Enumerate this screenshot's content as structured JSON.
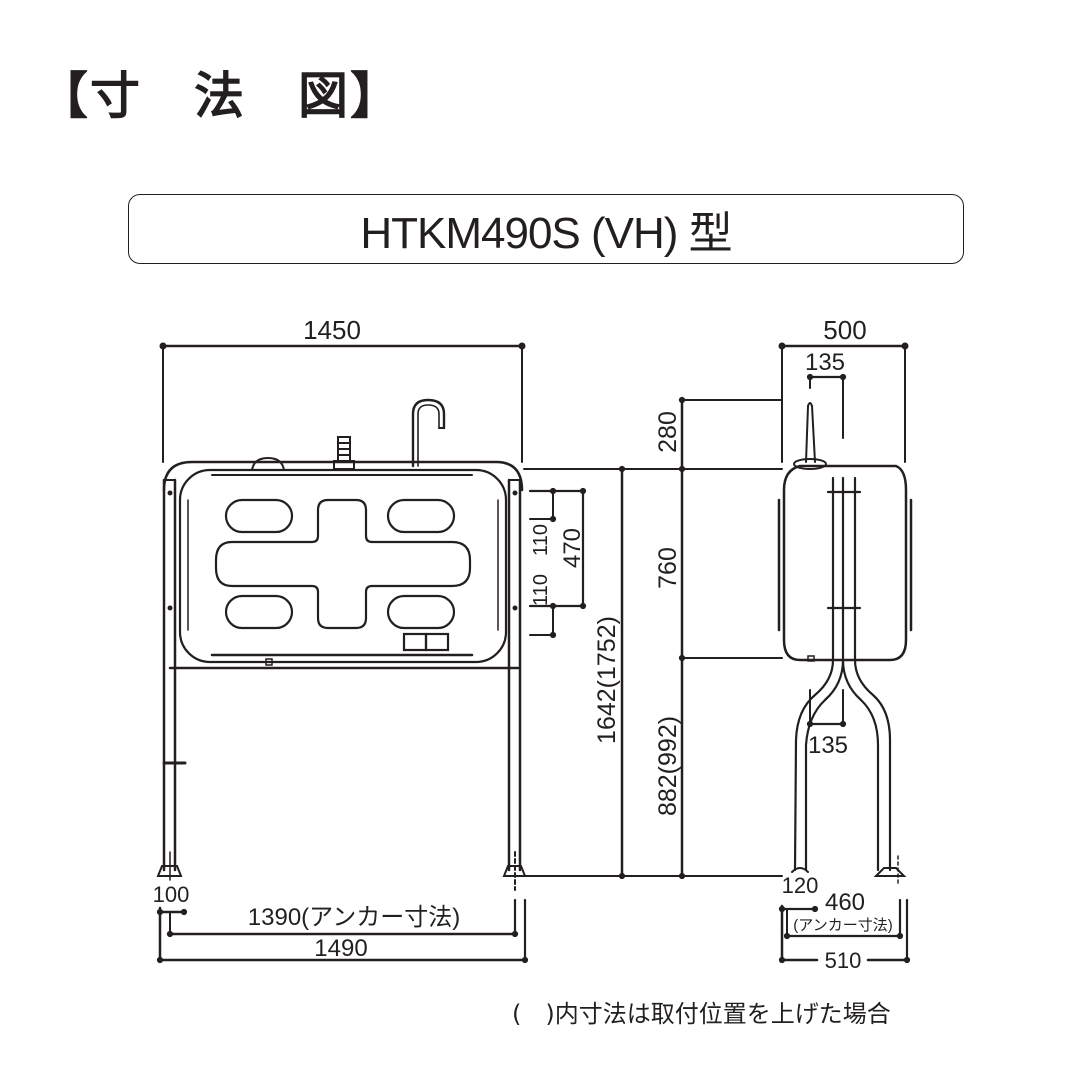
{
  "title": "【寸　法　図】",
  "model": "HTKM490S (VH) 型",
  "front_view": {
    "width_top": "1450",
    "anchor_span": "1390(アンカー寸法)",
    "base_width": "1490",
    "anchor_offset": "100",
    "rib_pitch_upper": "110",
    "rib_pitch_lower": "110",
    "rib_span": "470"
  },
  "height_dims": {
    "top_extension": "280",
    "tank_height": "760",
    "leg_height": "882(992)",
    "total_height": "1642(1752)"
  },
  "side_view": {
    "depth": "500",
    "pipe_offset_top": "135",
    "pipe_offset_bottom": "135",
    "anchor_offset": "120",
    "anchor_span": "460",
    "anchor_label": "(アンカー寸法)",
    "base_depth": "510"
  },
  "footnote": "(　)内寸法は取付位置を上げた場合",
  "colors": {
    "ink": "#231f20",
    "background": "#ffffff"
  }
}
